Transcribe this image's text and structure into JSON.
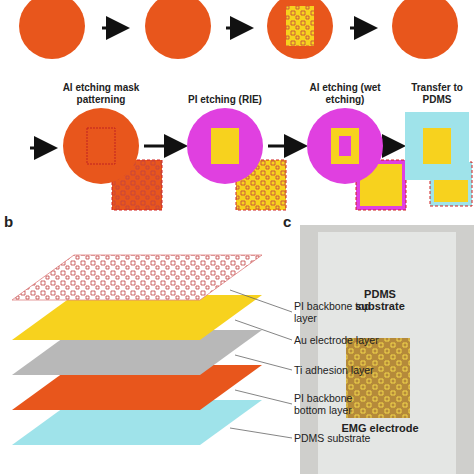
{
  "diagram": {
    "nodes": [
      {
        "text": [
          "Al etching mask patterning"
        ]
      },
      {
        "text": [
          "PI etching (RIE)"
        ]
      },
      {
        "text": [
          "Al etching (wet etching)"
        ]
      },
      {
        "text": [
          "Transfer to PDMS"
        ]
      }
    ],
    "edges": [
      {
        "from": 0,
        "to": 1,
        "arrow": "to"
      },
      {
        "from": 1,
        "to": 2,
        "arrow": "to"
      },
      {
        "from": 2,
        "to": 3,
        "arrow": "to"
      }
    ],
    "labels": [
      "b",
      "PI backbone top layer",
      "Au electrode layer",
      "Ti adhesion layer",
      "PI backbone bottom layer",
      "PDMS substrate",
      "c",
      "PDMS substrate",
      "EMG electrode"
    ]
  }
}
